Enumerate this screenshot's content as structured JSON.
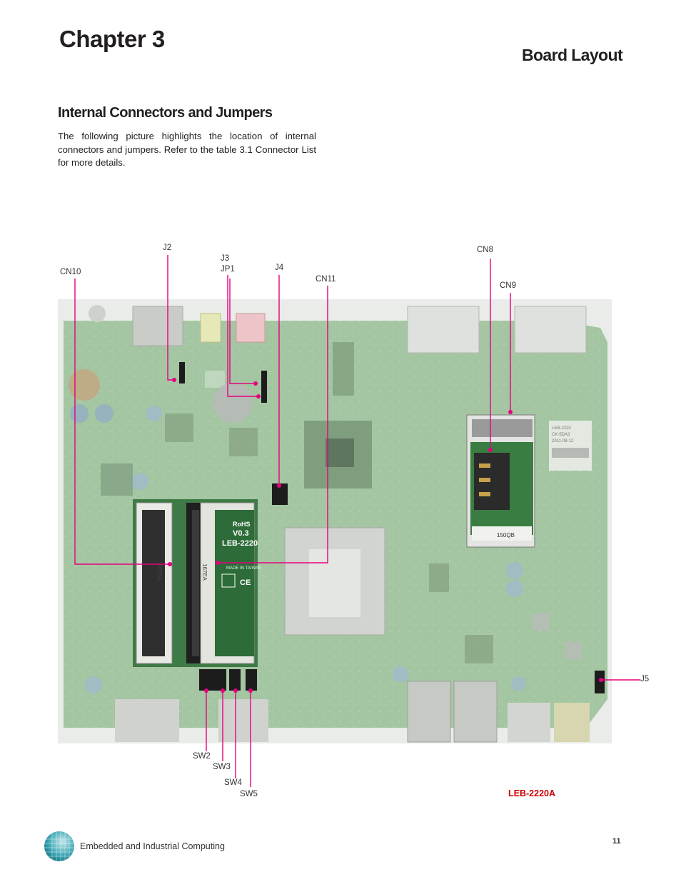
{
  "header": {
    "chapter": "Chapter 3",
    "section": "Board Layout"
  },
  "content": {
    "subtitle": "Internal Connectors and Jumpers",
    "intro": "The following picture highlights the location of internal connectors and jumpers. Refer to the table 3.1 Connector List for more details."
  },
  "figure": {
    "labels": {
      "j2": "J2",
      "j3": "J3",
      "jp1": "JP1",
      "j4": "J4",
      "cn10": "CN10",
      "cn11": "CN11",
      "cn8": "CN8",
      "cn9": "CN9",
      "j5": "J5",
      "sw2": "SW2",
      "sw3": "SW3",
      "sw4": "SW4",
      "sw5": "SW5"
    },
    "board_print": {
      "rohs": "RoHS",
      "version": "V0.3",
      "model": "LEB-2220",
      "made_in": "MADE IN TAIWAN",
      "ram1": "167EA",
      "ram2": "167EA",
      "ce": "CE",
      "sim_code": "150QB",
      "sticker1": "LEB-2220",
      "sticker2": "CK-5DA3",
      "sticker3": "2011-08-12"
    },
    "caption": "LEB-2220A",
    "colors": {
      "leader": "#e6007e",
      "pcb": "#5f9a5c",
      "caption": "#cc0000"
    }
  },
  "footer": {
    "company": "Embedded and Industrial Computing",
    "page": "11"
  }
}
